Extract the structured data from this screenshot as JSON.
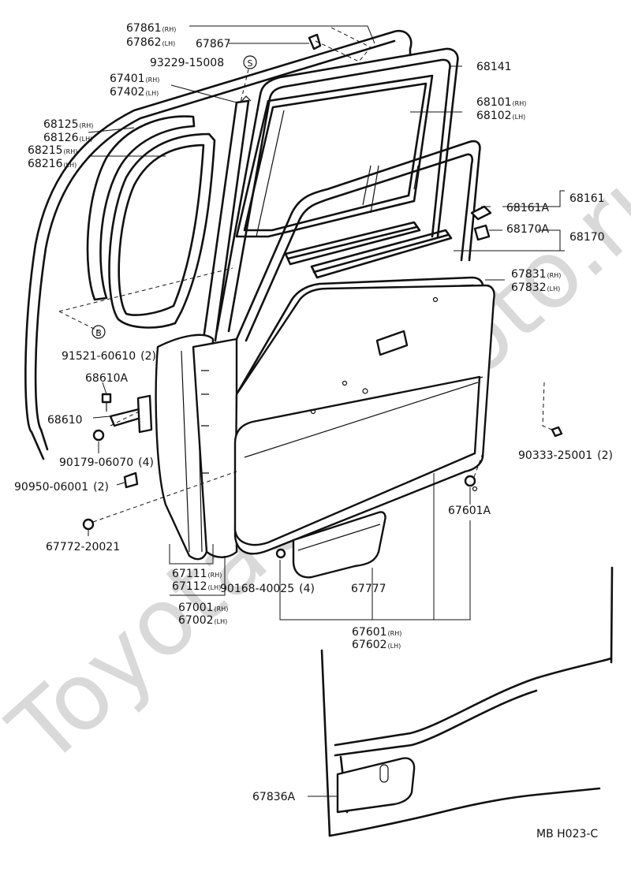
{
  "watermark": "ToyotaCarPhoto.ru",
  "diagram_code": "MB H023-C",
  "symbol_s": "S",
  "symbol_b": "B",
  "labels": {
    "p67861": {
      "code": "67861",
      "side": "(RH)"
    },
    "p67862": {
      "code": "67862",
      "side": "(LH)"
    },
    "p67867": {
      "code": "67867",
      "side": ""
    },
    "p93229": {
      "code": "93229-15008",
      "side": ""
    },
    "p67401": {
      "code": "67401",
      "side": "(RH)"
    },
    "p67402": {
      "code": "67402",
      "side": "(LH)"
    },
    "p68141": {
      "code": "68141",
      "side": ""
    },
    "p68101": {
      "code": "68101",
      "side": "(RH)"
    },
    "p68102": {
      "code": "68102",
      "side": "(LH)"
    },
    "p68125": {
      "code": "68125",
      "side": "(RH)"
    },
    "p68126": {
      "code": "68126",
      "side": "(LH)"
    },
    "p68215": {
      "code": "68215",
      "side": "(RH)"
    },
    "p68216": {
      "code": "68216",
      "side": "(LH)"
    },
    "p68161": {
      "code": "68161",
      "side": ""
    },
    "p68161A": {
      "code": "68161A",
      "side": ""
    },
    "p68170A": {
      "code": "68170A",
      "side": ""
    },
    "p68170": {
      "code": "68170",
      "side": ""
    },
    "p67831": {
      "code": "67831",
      "side": "(RH)"
    },
    "p67832": {
      "code": "67832",
      "side": "(LH)"
    },
    "p91521": {
      "code": "91521-60610",
      "side": "(2)"
    },
    "p68610A": {
      "code": "68610A",
      "side": ""
    },
    "p68610": {
      "code": "68610",
      "side": ""
    },
    "p90179": {
      "code": "90179-06070",
      "side": "(4)"
    },
    "p90333": {
      "code": "90333-25001",
      "side": "(2)"
    },
    "p90950": {
      "code": "90950-06001",
      "side": "(2)"
    },
    "p67601A": {
      "code": "67601A",
      "side": ""
    },
    "p67772": {
      "code": "67772-20021",
      "side": ""
    },
    "p67111": {
      "code": "67111",
      "side": "(RH)"
    },
    "p67112": {
      "code": "67112",
      "side": "(LH)"
    },
    "p90168": {
      "code": "90168-40025",
      "side": "(4)"
    },
    "p67777": {
      "code": "67777",
      "side": ""
    },
    "p67001": {
      "code": "67001",
      "side": "(RH)"
    },
    "p67002": {
      "code": "67002",
      "side": "(LH)"
    },
    "p67601": {
      "code": "67601",
      "side": "(RH)"
    },
    "p67602": {
      "code": "67602",
      "side": "(LH)"
    },
    "p67836A": {
      "code": "67836A",
      "side": ""
    }
  }
}
